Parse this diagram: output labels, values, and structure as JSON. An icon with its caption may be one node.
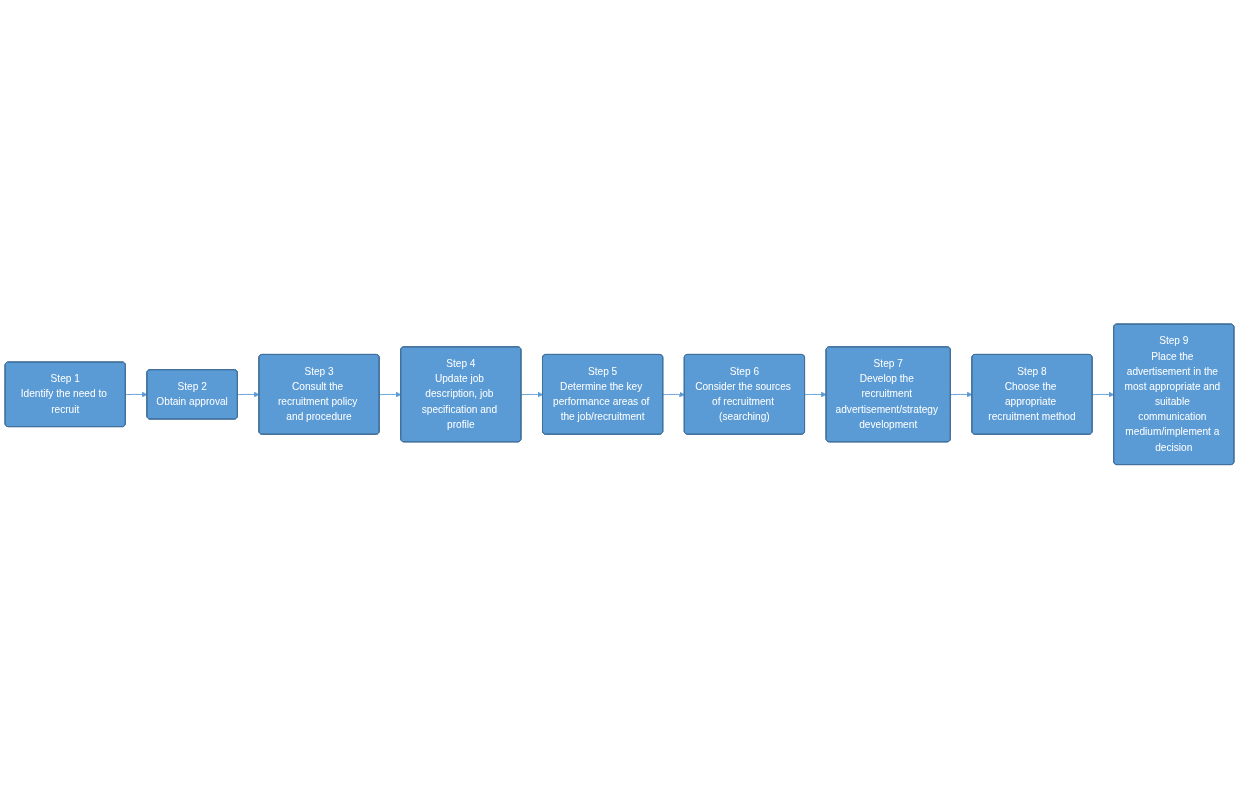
{
  "diagram": {
    "nodes": [
      {
        "text": [
          "Step 1",
          "Identify the need to recruit"
        ]
      },
      {
        "text": [
          "Step 2",
          "Obtain approval"
        ]
      },
      {
        "text": [
          "Step 3",
          "Consult the recruitment policy and procedure"
        ]
      },
      {
        "text": [
          "Step 4",
          "Update job description, job specification and profile"
        ]
      },
      {
        "text": [
          "Step 5",
          "Determine the key performance areas of the job/recruitment"
        ]
      },
      {
        "text": [
          "Step 6",
          "Consider the sources of recruitment (searching)"
        ]
      },
      {
        "text": [
          "Step 7",
          "Develop the recruitment advertisement/strategy development"
        ]
      },
      {
        "text": [
          "Step 8",
          "Choose the appropriate recruitment method"
        ]
      },
      {
        "text": [
          "Step 9",
          "Place the advertisement in the most appropriate and suitable communication medium/implement a decision"
        ]
      }
    ],
    "edges": [
      {
        "from": 0,
        "to": 1,
        "arrow": "to"
      },
      {
        "from": 1,
        "to": 2,
        "arrow": "to"
      },
      {
        "from": 2,
        "to": 3,
        "arrow": "to"
      },
      {
        "from": 3,
        "to": 4,
        "arrow": "to"
      },
      {
        "from": 4,
        "to": 5,
        "arrow": "to"
      },
      {
        "from": 5,
        "to": 6,
        "arrow": "to"
      },
      {
        "from": 6,
        "to": 7,
        "arrow": "to"
      },
      {
        "from": 7,
        "to": 8,
        "arrow": "to"
      }
    ]
  }
}
